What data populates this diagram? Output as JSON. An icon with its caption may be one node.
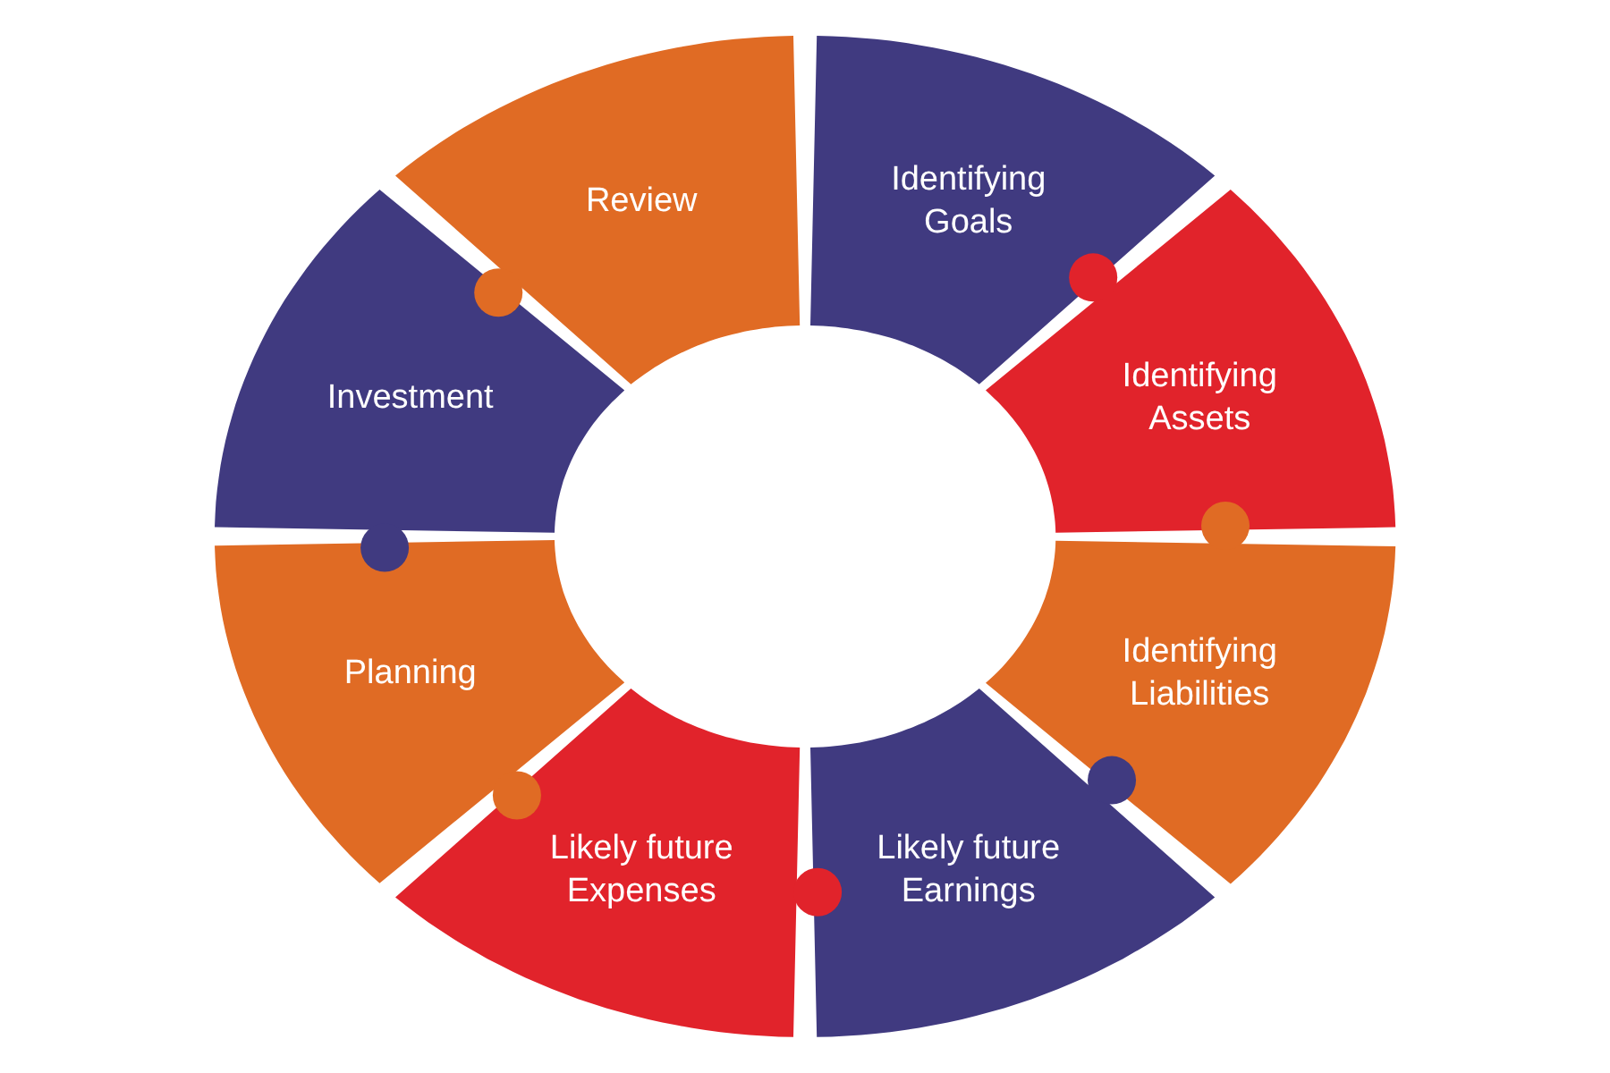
{
  "diagram": {
    "nodes": [
      {
        "text": [
          "Identifying Goals"
        ]
      },
      {
        "text": [
          "Identifying Assets"
        ]
      },
      {
        "text": [
          "Identifying Liabilities"
        ]
      },
      {
        "text": [
          "Likely future Earnings"
        ]
      },
      {
        "text": [
          "Likely future Expenses"
        ]
      },
      {
        "text": [
          "Planning"
        ]
      },
      {
        "text": [
          "Investment"
        ]
      },
      {
        "text": [
          "Review"
        ]
      }
    ]
  }
}
